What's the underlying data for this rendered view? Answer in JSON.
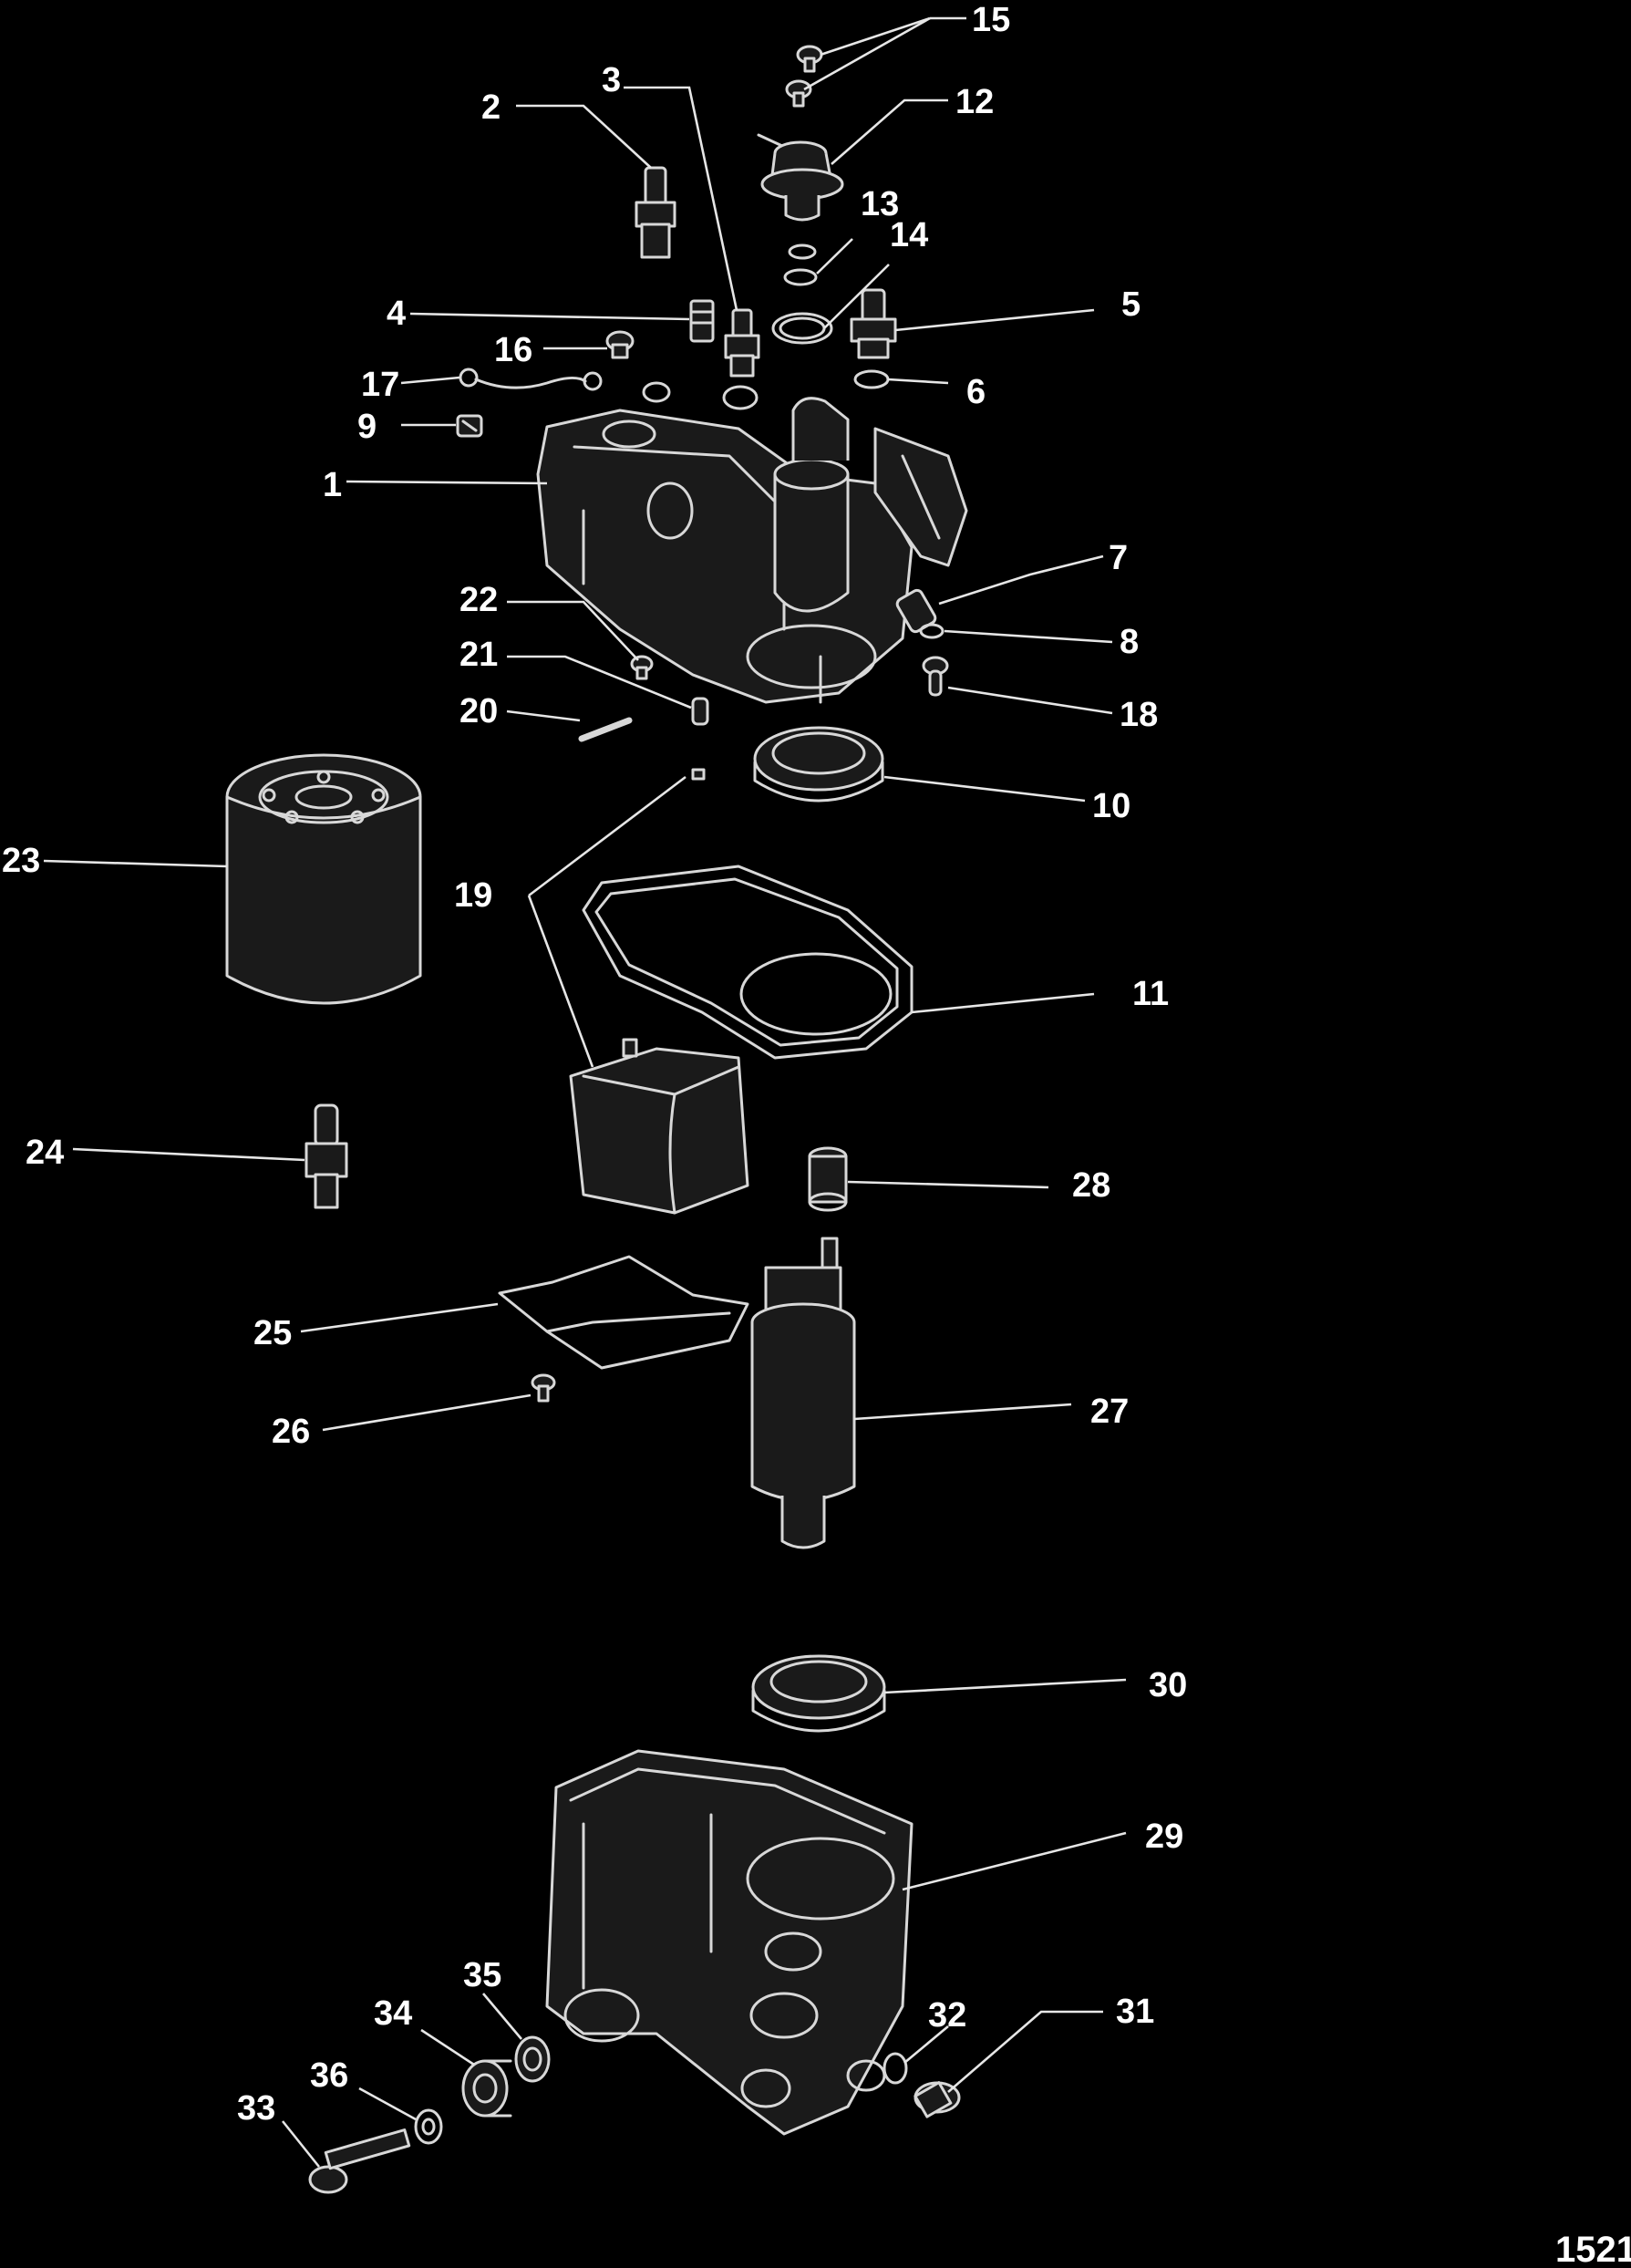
{
  "colors": {
    "background": "#000000",
    "line": "#d8d8d8",
    "text": "#ffffff"
  },
  "figure_id": "1521",
  "callouts": {
    "c1": "1",
    "c2": "2",
    "c3": "3",
    "c4": "4",
    "c5": "5",
    "c6": "6",
    "c7": "7",
    "c8": "8",
    "c9": "9",
    "c10": "10",
    "c11": "11",
    "c12": "12",
    "c13": "13",
    "c14": "14",
    "c15": "15",
    "c16": "16",
    "c17": "17",
    "c18": "18",
    "c19": "19",
    "c20": "20",
    "c21": "21",
    "c22": "22",
    "c23": "23",
    "c24": "24",
    "c25": "25",
    "c26": "26",
    "c27": "27",
    "c28": "28",
    "c29": "29",
    "c30": "30",
    "c31": "31",
    "c32": "32",
    "c33": "33",
    "c34": "34",
    "c35": "35",
    "c36": "36"
  }
}
